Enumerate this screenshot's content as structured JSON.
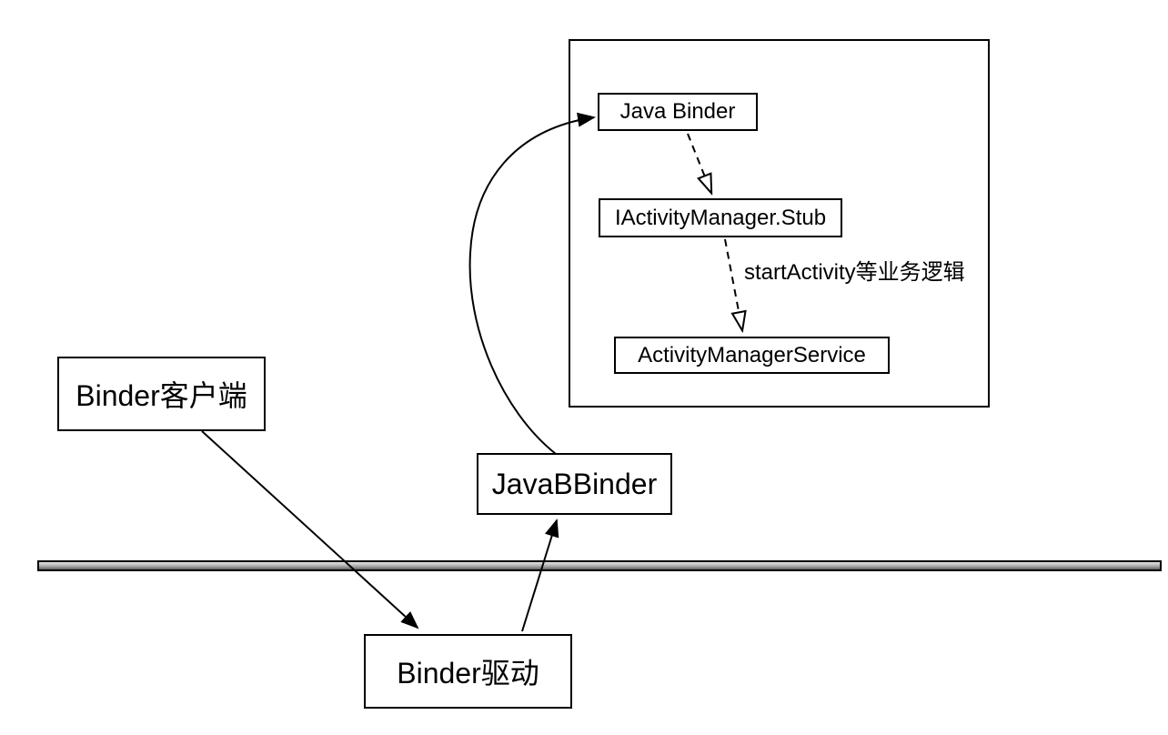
{
  "diagram": {
    "type": "flow-diagram",
    "nodes": {
      "binder_client": {
        "label": "Binder客户端"
      },
      "binder_driver": {
        "label": "Binder驱动"
      },
      "javabbinder": {
        "label": "JavaBBinder"
      },
      "java_binder": {
        "label": "Java Binder"
      },
      "iactivitymanager_stub": {
        "label": "IActivityManager.Stub"
      },
      "activity_manager_service": {
        "label": "ActivityManagerService"
      }
    },
    "edges": {
      "client_to_driver": {
        "from": "binder_client",
        "to": "binder_driver",
        "style": "solid",
        "arrowhead": "filled"
      },
      "driver_to_javabbinder": {
        "from": "binder_driver",
        "to": "javabbinder",
        "style": "solid",
        "arrowhead": "filled"
      },
      "javabbinder_to_java_binder": {
        "from": "javabbinder",
        "to": "java_binder",
        "style": "solid-curved",
        "arrowhead": "filled"
      },
      "java_binder_to_stub": {
        "from": "java_binder",
        "to": "iactivitymanager_stub",
        "style": "dashed",
        "arrowhead": "open"
      },
      "stub_to_ams": {
        "from": "iactivitymanager_stub",
        "to": "activity_manager_service",
        "style": "dashed",
        "arrowhead": "open",
        "label": "startActivity等业务逻辑"
      }
    },
    "colors": {
      "stroke": "#000000",
      "box_fill": "#ffffff",
      "background": "#ffffff",
      "divider_gradient_top": "#e3e3e3",
      "divider_gradient_bottom": "#5f5f5f"
    }
  }
}
